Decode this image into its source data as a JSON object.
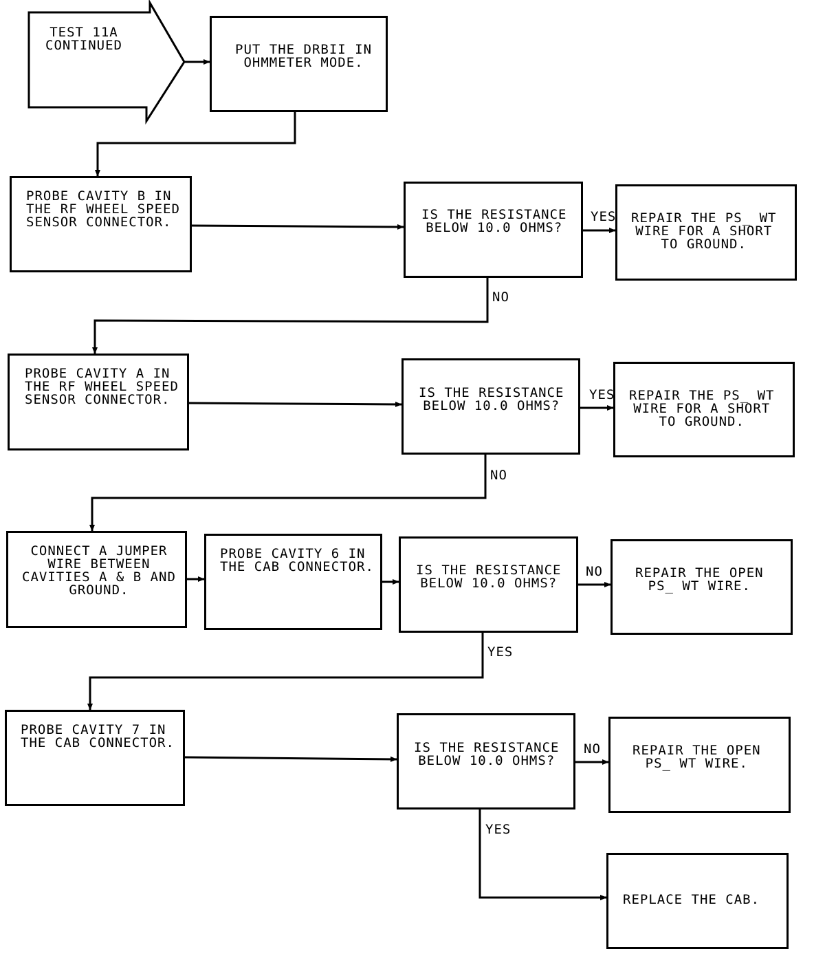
{
  "start": {
    "text": "TEST 11A\nCONTINUED"
  },
  "boxes": {
    "ohmmeter": "PUT THE DRBII IN\nOHMMETER MODE.",
    "probe_b": "PROBE CAVITY B IN\nTHE RF WHEEL SPEED\nSENSOR CONNECTOR.",
    "q1": "IS THE RESISTANCE\nBELOW 10.0 OHMS?",
    "repair1": "REPAIR THE PS_ WT\nWIRE FOR A SHORT\nTO GROUND.",
    "probe_a": "PROBE CAVITY A IN\nTHE RF WHEEL SPEED\nSENSOR CONNECTOR.",
    "q2": "IS THE RESISTANCE\nBELOW 10.0 OHMS?",
    "repair2": "REPAIR THE PS_ WT\nWIRE FOR A SHORT\nTO GROUND.",
    "jumper": "CONNECT A JUMPER\nWIRE BETWEEN\nCAVITIES A & B AND\nGROUND.",
    "probe6": "PROBE CAVITY 6 IN\nTHE CAB CONNECTOR.",
    "q3": "IS THE RESISTANCE\nBELOW 10.0 OHMS?",
    "repair3": "REPAIR THE OPEN\nPS_ WT WIRE.",
    "probe7": "PROBE CAVITY 7 IN\nTHE CAB CONNECTOR.",
    "q4": "IS THE RESISTANCE\nBELOW 10.0 OHMS?",
    "repair4": "REPAIR THE OPEN\nPS_ WT WIRE.",
    "replace": "REPLACE THE CAB."
  },
  "labels": {
    "yes1": "YES",
    "no1": "NO",
    "yes2": "YES",
    "no2": "NO",
    "no3": "NO",
    "yes3": "YES",
    "no4": "NO",
    "yes4": "YES"
  }
}
